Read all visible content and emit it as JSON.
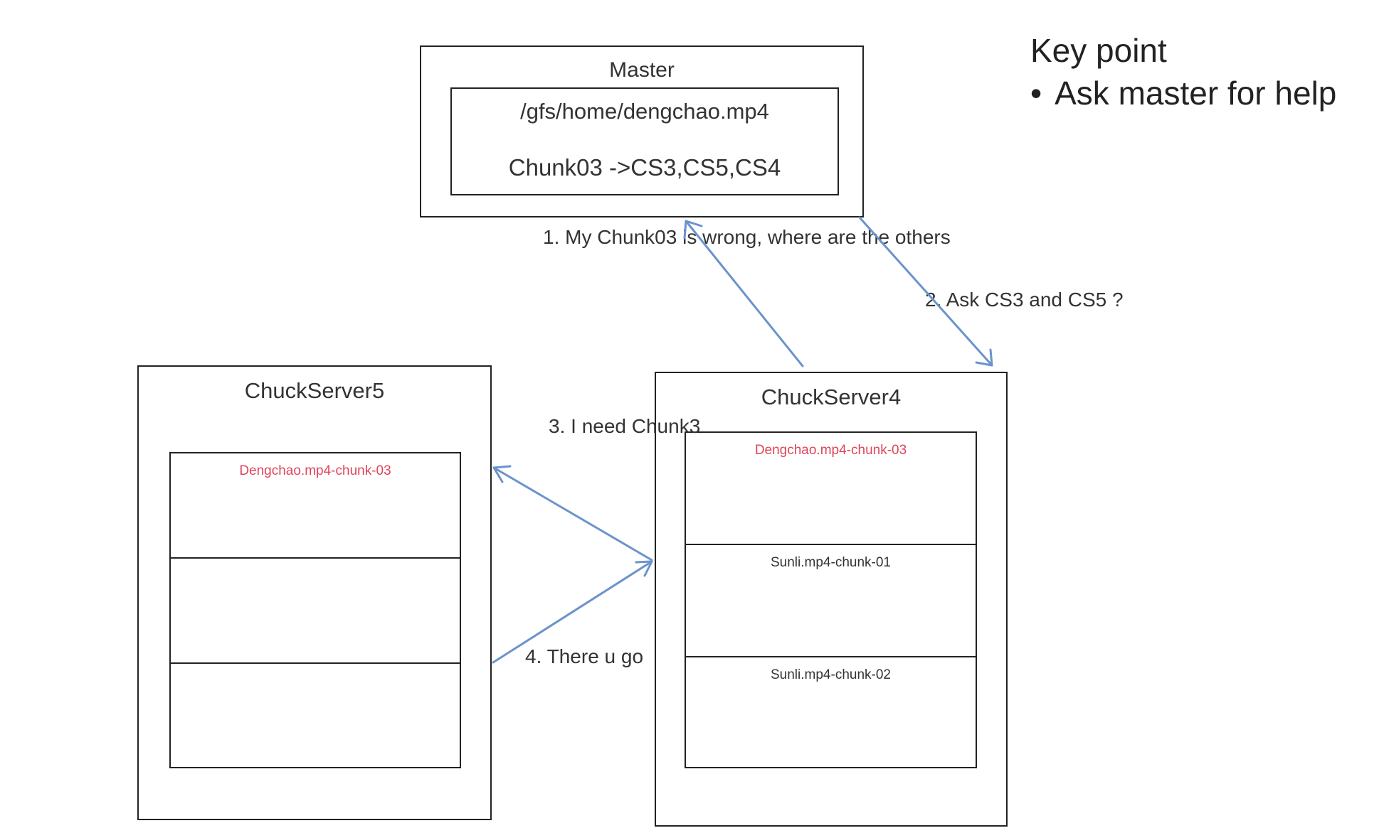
{
  "master": {
    "title": "Master",
    "path": "/gfs/home/dengchao.mp4",
    "mapping": "Chunk03 ->CS3,CS5,CS4"
  },
  "chunk_server_5": {
    "title": "ChuckServer5",
    "chunks": [
      "Dengchao.mp4-chunk-03",
      "",
      ""
    ]
  },
  "chunk_server_4": {
    "title": "ChuckServer4",
    "chunks": [
      "Dengchao.mp4-chunk-03",
      "Sunli.mp4-chunk-01",
      "Sunli.mp4-chunk-02"
    ]
  },
  "messages": {
    "step1": "1. My Chunk03 is wrong, where are the others",
    "step2": "2. Ask CS3 and CS5 ?",
    "step3": "3. I need Chunk3",
    "step4": "4. There u go"
  },
  "key_point": {
    "title": "Key point",
    "bullet": "Ask master for help"
  },
  "colors": {
    "arrow": "#6b93cc",
    "highlight_chunk": "#e0445a",
    "normal_chunk": "#333333"
  },
  "highlighted_chunk": "Dengchao.mp4-chunk-03"
}
